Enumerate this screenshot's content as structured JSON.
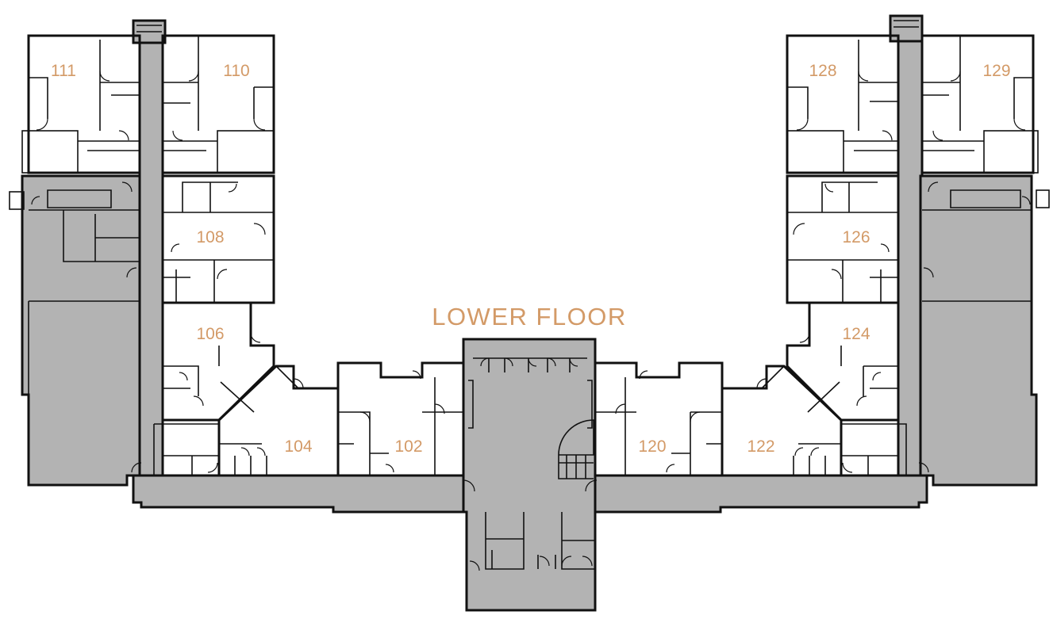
{
  "title": "LOWER FLOOR",
  "colors": {
    "label": "#d39a67",
    "common_area": "#b3b3b3",
    "wall": "#111111"
  },
  "units": [
    {
      "id": "111",
      "label": "111"
    },
    {
      "id": "110",
      "label": "110"
    },
    {
      "id": "108",
      "label": "108"
    },
    {
      "id": "106",
      "label": "106"
    },
    {
      "id": "104",
      "label": "104"
    },
    {
      "id": "102",
      "label": "102"
    },
    {
      "id": "120",
      "label": "120"
    },
    {
      "id": "122",
      "label": "122"
    },
    {
      "id": "124",
      "label": "124"
    },
    {
      "id": "126",
      "label": "126"
    },
    {
      "id": "128",
      "label": "128"
    },
    {
      "id": "129",
      "label": "129"
    }
  ]
}
